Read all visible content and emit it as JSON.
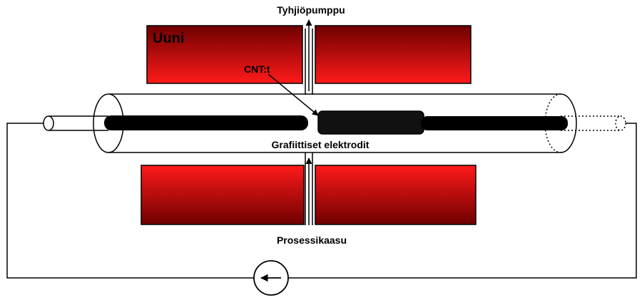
{
  "labels": {
    "vacuum_pump": "Tyhjiöpumppu",
    "furnace": "Uuni",
    "cnts": "CNT:t",
    "electrodes": "Grafiittiset elektrodit",
    "process_gas": "Prosessikaasu"
  },
  "colors": {
    "furnace_top": "#ff1a1a",
    "furnace_bottom": "#6e0000",
    "electrode": "#000000",
    "wire": "#000000",
    "background": "#ffffff"
  },
  "icons": {
    "current_source": "circle-with-left-arrow"
  }
}
